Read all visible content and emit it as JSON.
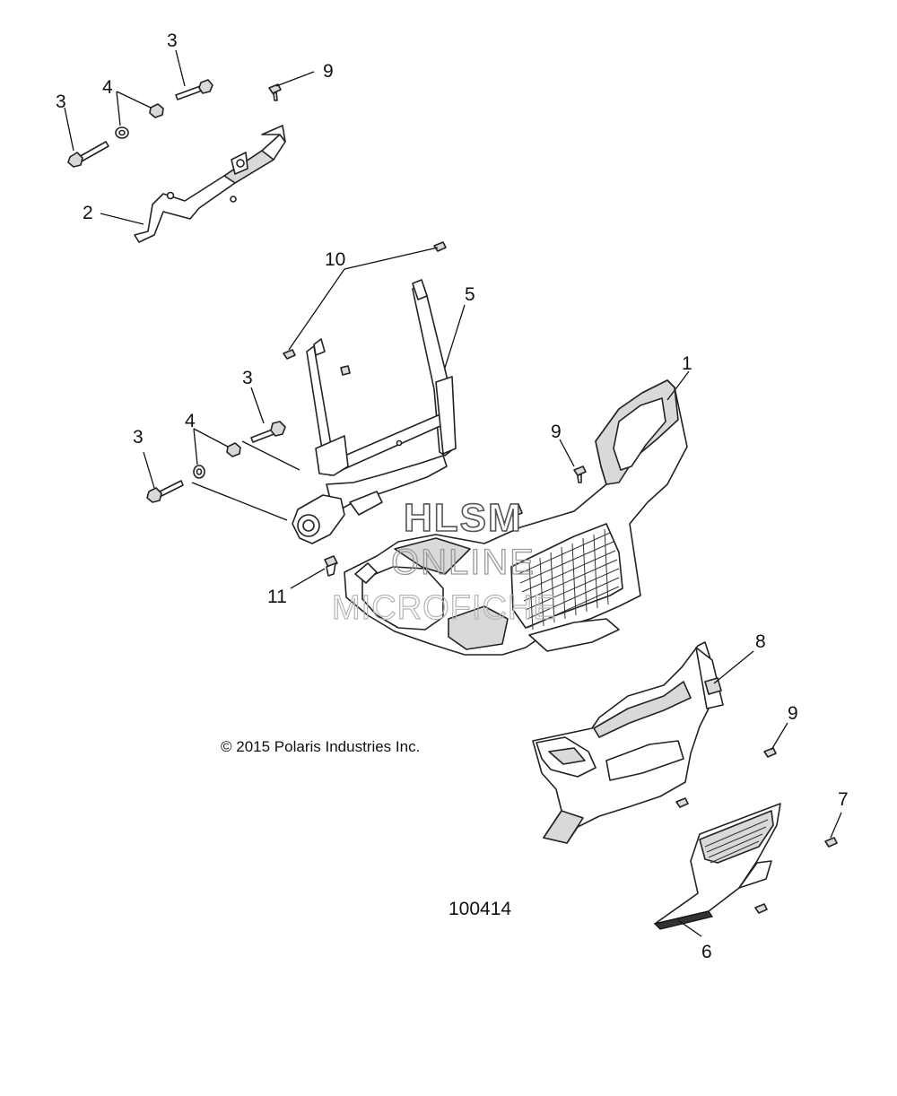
{
  "callouts": {
    "c1": "1",
    "c2": "2",
    "c3a": "3",
    "c3b": "3",
    "c3c": "3",
    "c3d": "3",
    "c4a": "4",
    "c4b": "4",
    "c5": "5",
    "c6": "6",
    "c7": "7",
    "c8": "8",
    "c9a": "9",
    "c9b": "9",
    "c9c": "9",
    "c10": "10",
    "c11": "11"
  },
  "watermark": {
    "line1": "HLSM",
    "line2": "ONLINE",
    "line3": "MICROFICHE"
  },
  "copyright": "© 2015 Polaris Industries Inc.",
  "figure_number": "100414"
}
